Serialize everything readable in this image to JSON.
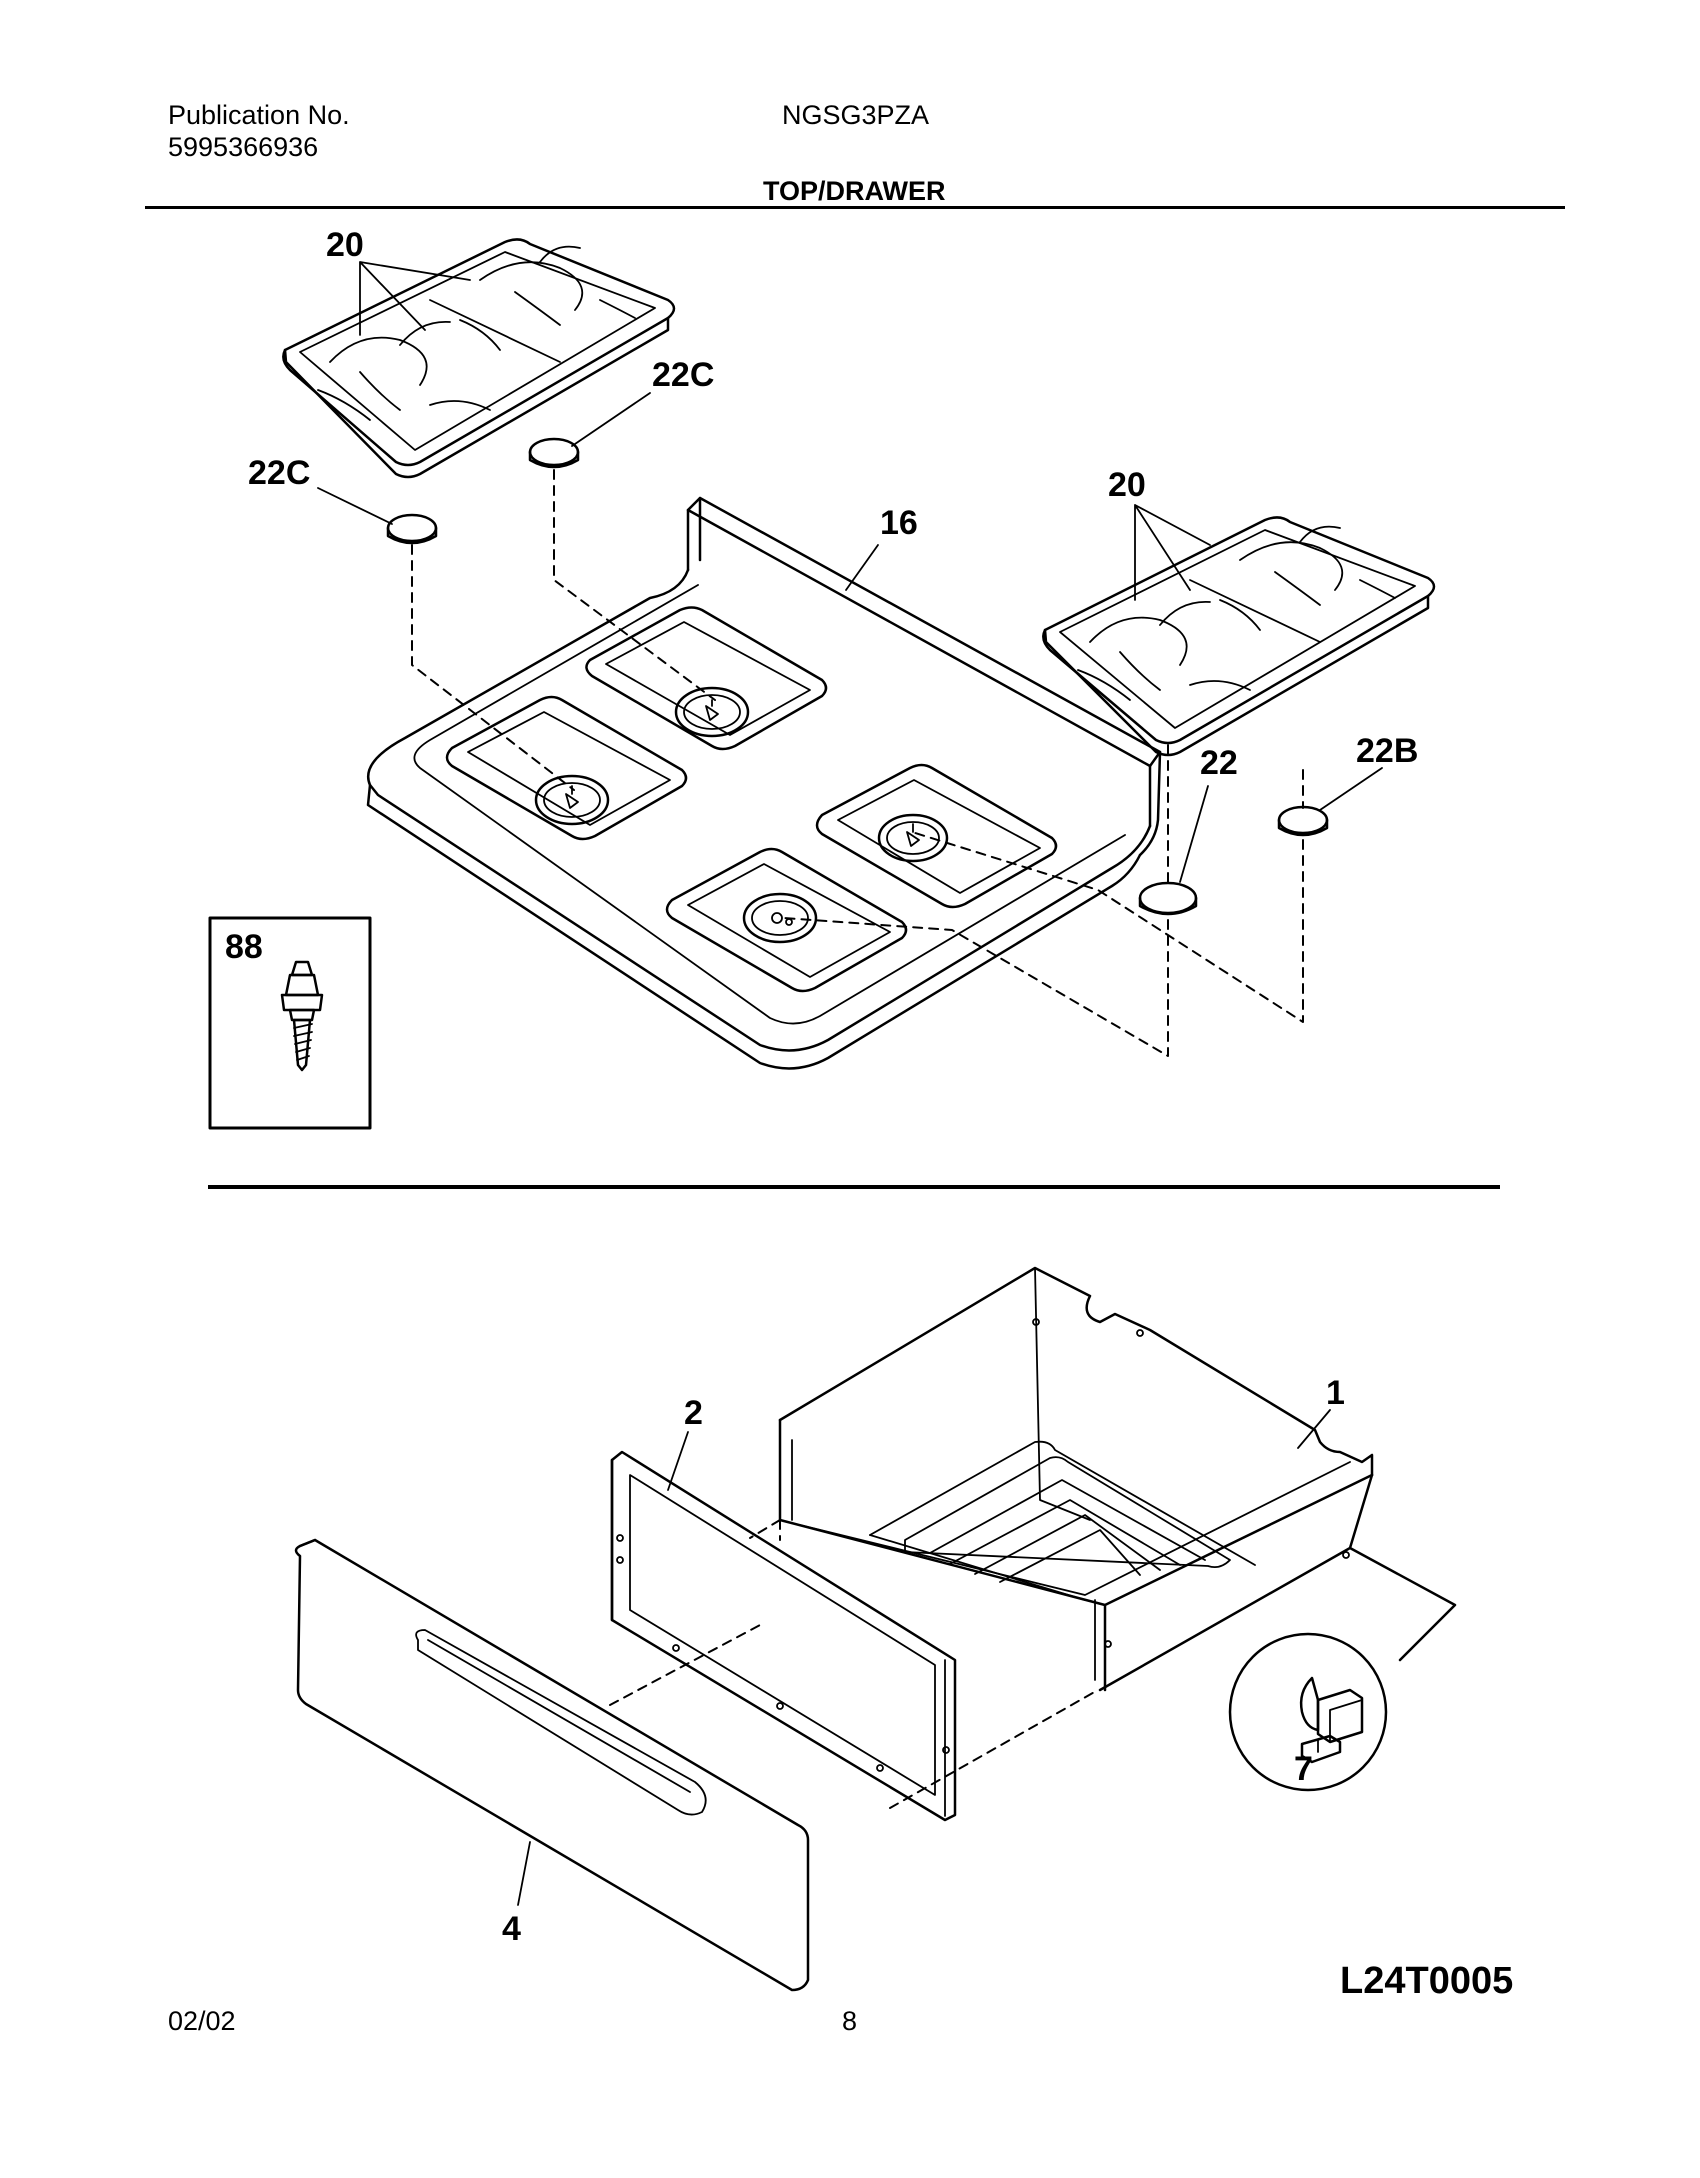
{
  "header": {
    "publication_label": "Publication No.",
    "publication_number": "5995366936",
    "model": "NGSG3PZA",
    "section_title": "TOP/DRAWER"
  },
  "callouts": {
    "grate_left": "20",
    "foot_upper": "22C",
    "foot_left": "22C",
    "cooktop": "16",
    "grate_right": "20",
    "foot_22": "22",
    "foot_22b": "22B",
    "screw": "88",
    "drawer_liner": "2",
    "drawer_body": "1",
    "drawer_front": "4",
    "clip": "7"
  },
  "diagram_code": "L24T0005",
  "footer": {
    "date": "02/02",
    "page": "8"
  }
}
